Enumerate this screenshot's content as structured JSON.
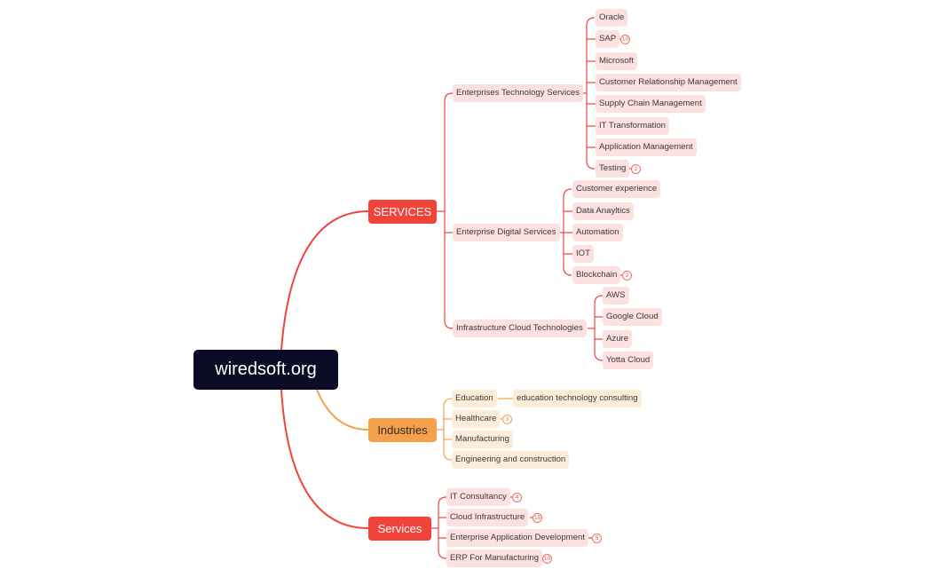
{
  "root": {
    "label": "wiredsoft.org"
  },
  "branches": {
    "services_upper": {
      "label": "SERVICES",
      "children": {
        "ets": {
          "label": "Enterprises Technology Services",
          "items": [
            "Oracle",
            "SAP",
            "Microsoft",
            "Customer Relationship Management",
            "Supply Chain Management",
            "IT Transformation",
            "Application Management",
            "Testing"
          ],
          "sap_badge": "10",
          "testing_badge": "2"
        },
        "eds": {
          "label": "Enterprise Digital Services",
          "items": [
            "Customer experience",
            "Data Anayltics",
            "Automation",
            "IOT",
            "Blockchain"
          ],
          "blockchain_badge": "2"
        },
        "ict": {
          "label": "Infrastructure Cloud Technologies",
          "items": [
            "AWS",
            "Google Cloud",
            "Azure",
            "Yotta Cloud"
          ]
        }
      }
    },
    "industries": {
      "label": "Industries",
      "items": [
        "Education",
        "Healthcare",
        "Manufacturing",
        "Engineering and construction"
      ],
      "education_child": "education technology consulting",
      "healthcare_badge": "3"
    },
    "services_lower": {
      "label": "Services",
      "items": [
        "IT Consultancy",
        "Cloud Infrastructure",
        "Enterprise Application Development",
        "ERP For Manufacturing"
      ],
      "badges": [
        "4",
        "15",
        "5",
        "10"
      ]
    }
  },
  "colors": {
    "root_bg": "#0b0b26",
    "services_red": "#f0443b",
    "industries_orange": "#f5a04b",
    "pink_node": "#fde0e0",
    "peach_node": "#fdecd8"
  }
}
